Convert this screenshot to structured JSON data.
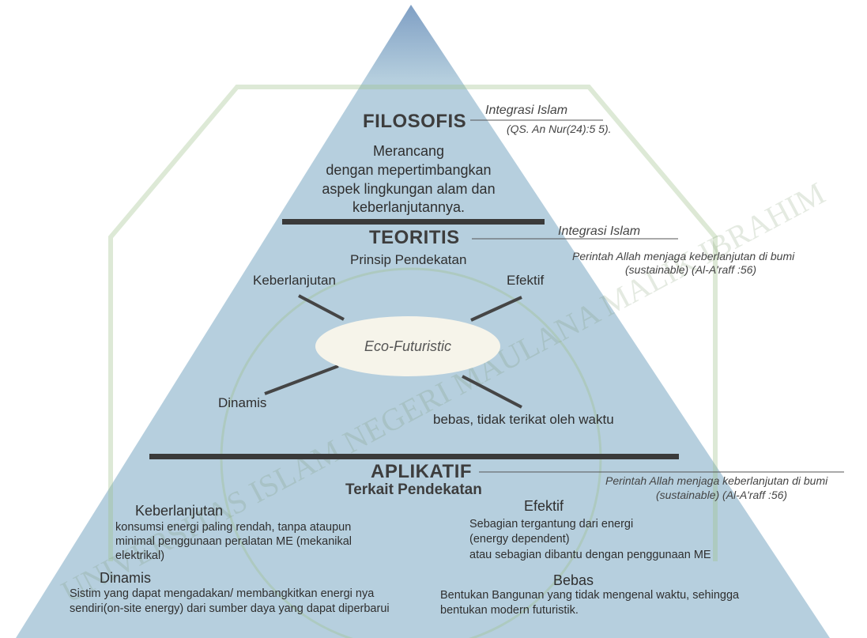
{
  "colors": {
    "pyramid_fill": "#b6cfde",
    "pyramid_apex": "#7f9fc4",
    "divider": "#3a3a3a",
    "ellipse": "#f6f4ea",
    "watermark": "#d9e6cf"
  },
  "watermark": {
    "text": "UNIVERSITAS ISLAM NEGERI MAULANA MALIK IBRAHIM"
  },
  "filosofis": {
    "title": "FILOSOFIS",
    "integration_title": "Integrasi Islam",
    "integration_ref": "(QS. An Nur(24):5 5).",
    "desc": [
      "Merancang",
      "dengan mepertimbangkan",
      "aspek lingkungan alam dan",
      "keberlanjutannya."
    ]
  },
  "teoritis": {
    "title": "TEORITIS",
    "integration_title": "Integrasi Islam",
    "integration_ref": [
      "Perintah Allah menjaga keberlanjutan di bumi",
      "(sustainable) (Al-A'raff :56)"
    ],
    "subtitle": "Prinsip Pendekatan",
    "center": "Eco-Futuristic",
    "principles": {
      "keberlanjutan": "Keberlanjutan",
      "efektif": "Efektif",
      "dinamis": "Dinamis",
      "bebas": "bebas, tidak terikat oleh waktu"
    }
  },
  "aplikatif": {
    "title": "APLIKATIF",
    "subtitle": "Terkait Pendekatan",
    "integration_ref": [
      "Perintah Allah menjaga keberlanjutan di bumi",
      "(sustainable) (Al-A'raff :56)"
    ],
    "keberlanjutan": {
      "title": "Keberlanjutan",
      "lines": [
        "konsumsi energi paling rendah, tanpa ataupun",
        "minimal penggunaan peralatan ME (mekanikal",
        "elektrikal)"
      ]
    },
    "efektif": {
      "title": "Efektif",
      "lines": [
        "Sebagian tergantung dari energi",
        "(energy dependent)",
        "atau sebagian dibantu dengan penggunaan ME"
      ]
    },
    "dinamis": {
      "title": "Dinamis",
      "lines": [
        "Sistim yang dapat mengadakan/ membangkitkan energi nya",
        "sendiri(on-site energy) dari sumber daya yang dapat diperbarui"
      ]
    },
    "bebas": {
      "title": "Bebas",
      "lines": [
        "Bentukan Bangunan yang tidak mengenal waktu, sehingga",
        "bentukan modern futuristik."
      ]
    }
  }
}
